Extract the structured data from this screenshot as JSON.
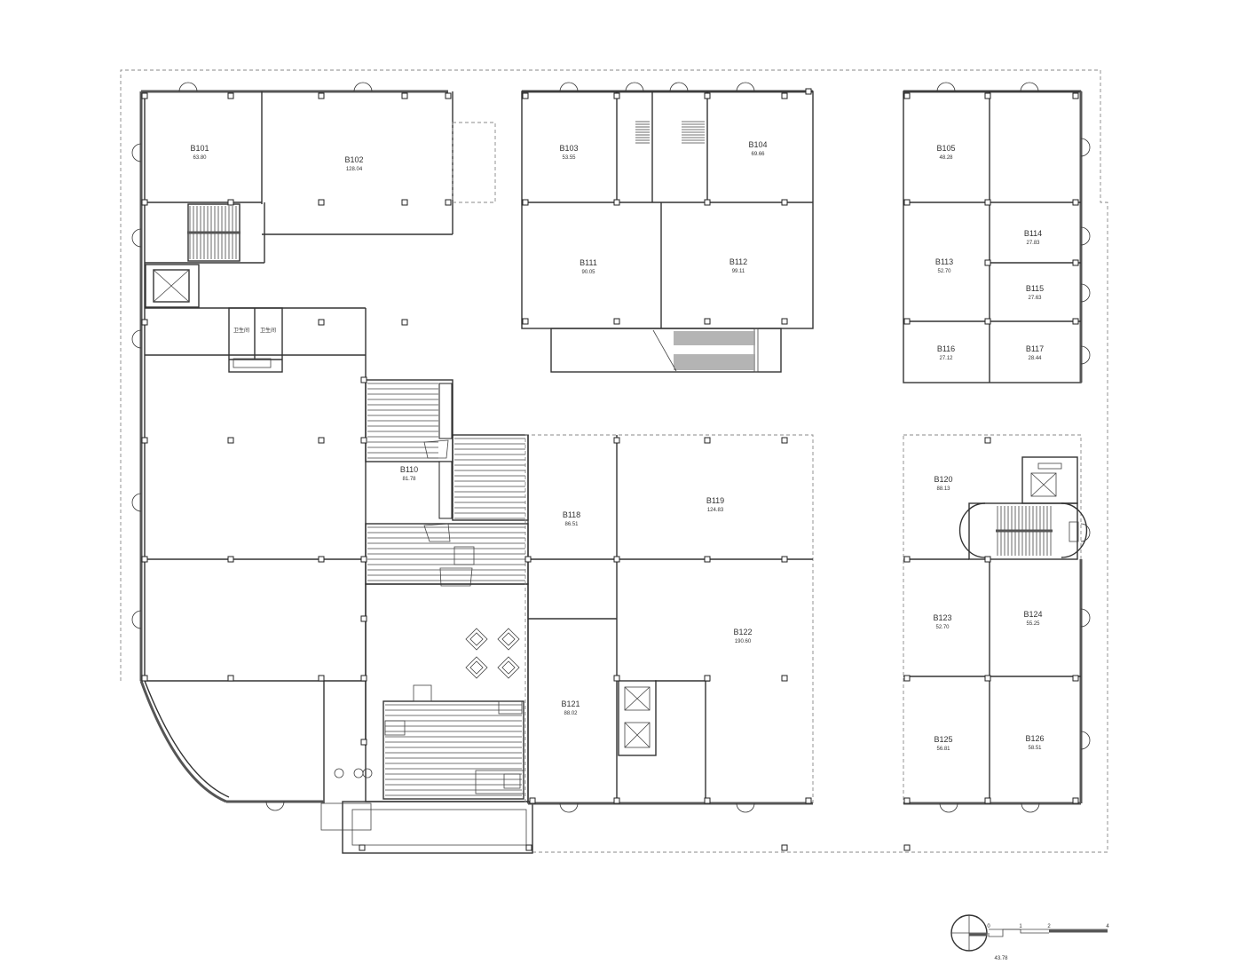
{
  "rooms": [
    {
      "id": "B101",
      "area": "63.80"
    },
    {
      "id": "B102",
      "area": "128.04"
    },
    {
      "id": "B103",
      "area": "53.55"
    },
    {
      "id": "B104",
      "area": "69.66"
    },
    {
      "id": "B105",
      "area": "48.28"
    },
    {
      "id": "B111",
      "area": "90.05"
    },
    {
      "id": "B112",
      "area": "99.11"
    },
    {
      "id": "B113",
      "area": "52.70"
    },
    {
      "id": "B114",
      "area": "27.83"
    },
    {
      "id": "B115",
      "area": "27.63"
    },
    {
      "id": "B116",
      "area": "27.12"
    },
    {
      "id": "B117",
      "area": "28.44"
    },
    {
      "id": "B110",
      "area": "81.78"
    },
    {
      "id": "B118",
      "area": "86.51"
    },
    {
      "id": "B119",
      "area": "124.83"
    },
    {
      "id": "B120",
      "area": "88.13"
    },
    {
      "id": "B121",
      "area": "88.02"
    },
    {
      "id": "B122",
      "area": "190.60"
    },
    {
      "id": "B123",
      "area": "52.70"
    },
    {
      "id": "B124",
      "area": "55.25"
    },
    {
      "id": "B125",
      "area": "56.81"
    },
    {
      "id": "B126",
      "area": "58.51"
    }
  ],
  "scale_bar": {
    "ticks": [
      "0",
      "1",
      "2",
      "4"
    ],
    "value": "43.78"
  }
}
